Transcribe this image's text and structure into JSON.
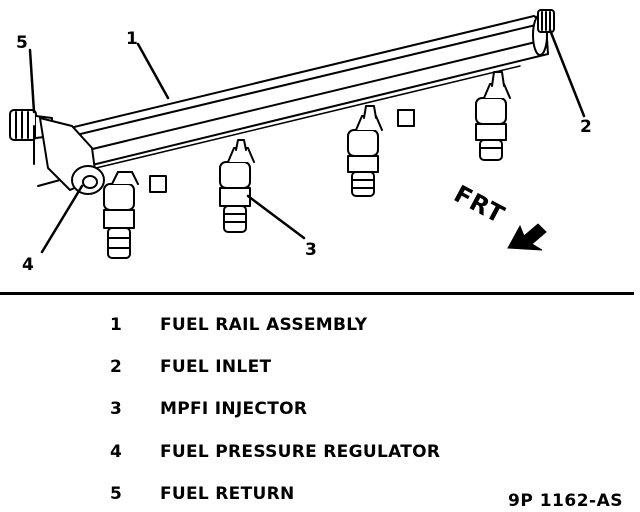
{
  "diagram": {
    "callouts": [
      "1",
      "2",
      "3",
      "4",
      "5"
    ],
    "direction_label": "FRT"
  },
  "legend": [
    {
      "num": "1",
      "text": "FUEL RAIL ASSEMBLY"
    },
    {
      "num": "2",
      "text": "FUEL INLET"
    },
    {
      "num": "3",
      "text": "MPFI INJECTOR"
    },
    {
      "num": "4",
      "text": "FUEL PRESSURE REGULATOR"
    },
    {
      "num": "5",
      "text": "FUEL RETURN"
    }
  ],
  "figure_code": "9P 1162-AS"
}
